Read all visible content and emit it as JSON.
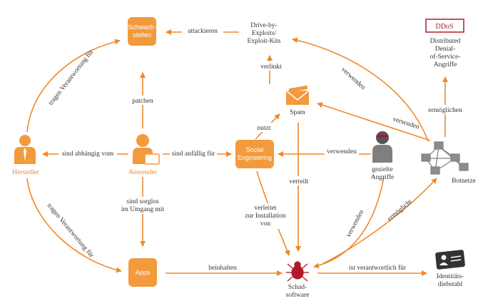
{
  "colors": {
    "accent": "#f0892b",
    "box": "#f39a3c",
    "gray": "#7f7f7f",
    "dark": "#333333",
    "ddos": "#b0182a"
  },
  "nodes": {
    "schwachstellen": [
      "Schwach-",
      "stellen"
    ],
    "drive_by": [
      "Drive-by-",
      "Exploits/",
      "Exploit-Kits"
    ],
    "ddos_logo": "DDoS",
    "ddos": [
      "Distributed",
      "Denial-",
      "of-Service-",
      "Angriffe"
    ],
    "spam": "Spam",
    "hersteller": "Hersteller",
    "anwender": "Anwender",
    "social": [
      "Social",
      "Engineering"
    ],
    "gezielte": [
      "gezielte",
      "Angriffe"
    ],
    "botnetze": "Botnetze",
    "apps": "Apps",
    "schadsoftware": [
      "Schad-",
      "software"
    ],
    "identitaet": [
      "Identitäts-",
      "diebstahl"
    ]
  },
  "edges": {
    "attackieren": "attackieren",
    "verlinkt": "verlinkt",
    "verwenden_drive": "verwenden",
    "tragen_top": "tragen Verantwortung für",
    "patchen": "patchen",
    "ermoeglichen": "ermöglichen",
    "nutzt": "nutzt",
    "versenden": "versenden",
    "abhaengig": "sind abhängig vom",
    "anfaellig": "sind anfällig für",
    "verwenden_social": "verwenden",
    "sorglos": [
      "sind sorglos",
      "im Umgang mit"
    ],
    "verleitet": [
      "verleitet",
      "zur Installation",
      "von"
    ],
    "verteilt": "verteilt",
    "tragen_bottom": "tragen Verantwortung für",
    "verwenden_schad": "verwenden",
    "ermoeglicht": "ermöglicht",
    "beinhalten": "beinhalten",
    "verantwortlich": "ist verantwortlich für"
  }
}
